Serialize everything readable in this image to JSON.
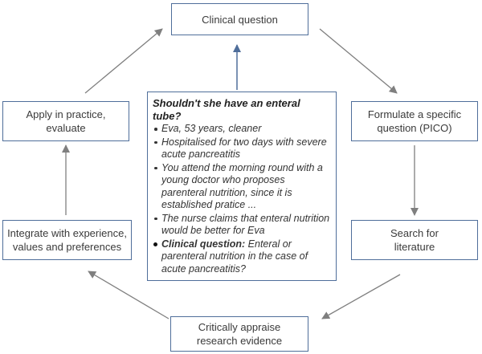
{
  "colors": {
    "box_border": "#4f6e9a",
    "arrow_gray": "#7f7f7f",
    "arrow_blue": "#4f6e9a",
    "text": "#3a3a3a"
  },
  "nodes": {
    "clinical_question": "Clinical question",
    "formulate": "Formulate a specific\nquestion (PICO)",
    "search": "Search for\nliterature",
    "appraise": "Critically appraise\nresearch evidence",
    "integrate": "Integrate with experience,\nvalues and preferences",
    "apply": "Apply in practice,\nevaluate"
  },
  "case": {
    "title": "Shouldn't she have an enteral tube?",
    "bullets": [
      "Eva, 53 years, cleaner",
      "Hospitalised for two days with severe acute pancreatitis",
      "You attend the morning round with a young doctor who proposes parenteral nutrition, since it is established pratice ...",
      "The nurse claims that enteral nutrition would be better for Eva"
    ],
    "question_label": "Clinical question:",
    "question_text": " Enteral or parenteral nutrition in the case of acute pancreatitis?"
  }
}
